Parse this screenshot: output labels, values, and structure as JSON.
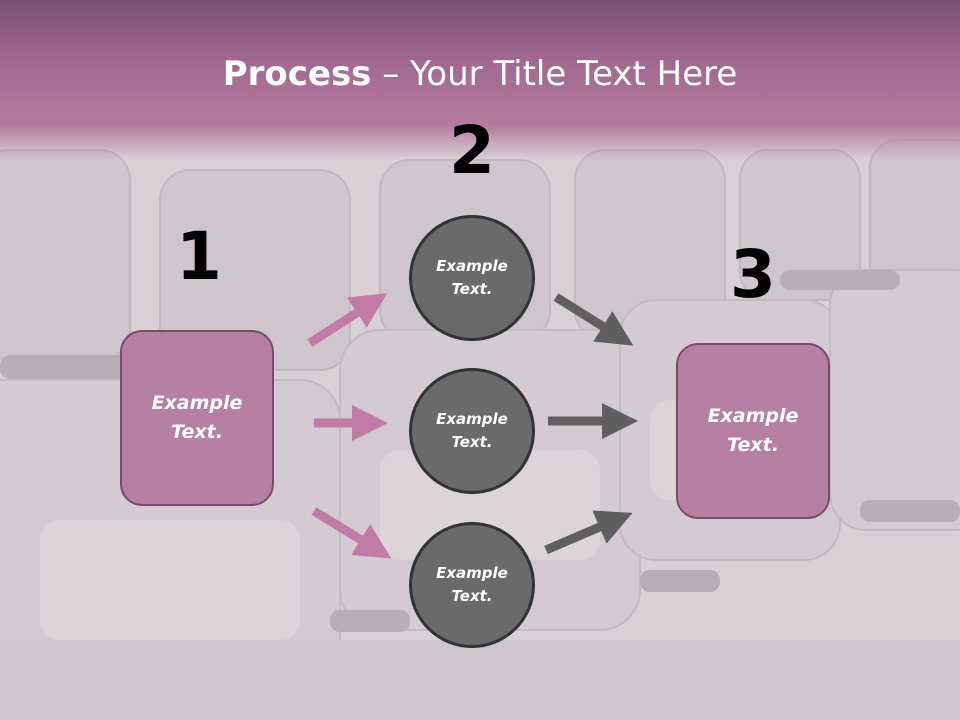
{
  "title": {
    "bold": "Process",
    "rest": " – Your Title Text Here"
  },
  "steps": {
    "one": "1",
    "two": "2",
    "three": "3"
  },
  "left_box": {
    "line1": "Example",
    "line2": "Text."
  },
  "circles": [
    {
      "line1": "Example",
      "line2": "Text."
    },
    {
      "line1": "Example",
      "line2": "Text."
    },
    {
      "line1": "Example",
      "line2": "Text."
    }
  ],
  "right_box": {
    "line1": "Example",
    "line2": "Text."
  },
  "colors": {
    "title_band": "#9f6790",
    "box_fill": "#b67fa4",
    "box_border": "#7a4a6d",
    "circle_fill": "#6a6a6a",
    "pink_arrow": "#c27aa6",
    "gray_arrow": "#5f5f5f"
  }
}
